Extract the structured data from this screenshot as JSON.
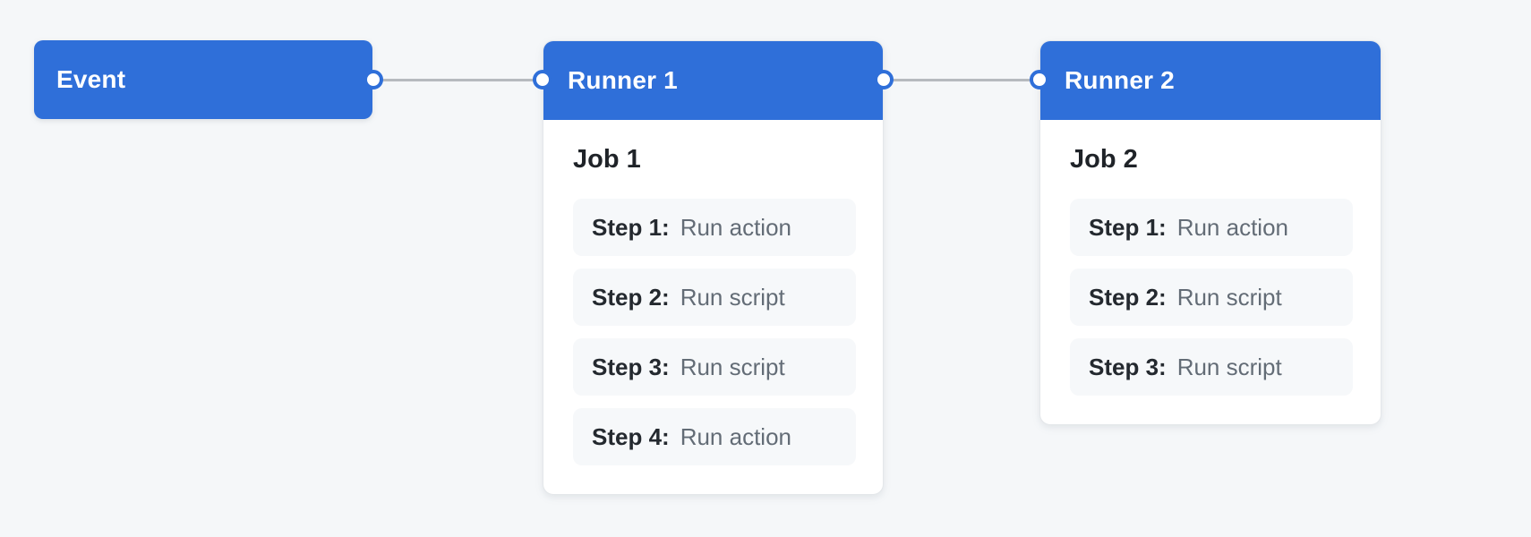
{
  "page": {
    "background": "#f5f7f9"
  },
  "colors": {
    "node_blue": "#2f6fd9",
    "connector_line_gray": "#b6babf",
    "connector_dot_fill": "#ffffff",
    "card_background": "#ffffff",
    "card_border": "#e4e7ea",
    "step_background": "#f6f8fa",
    "step_label_text": "#24292f",
    "step_action_text": "#636c76",
    "header_text": "#ffffff"
  },
  "event": {
    "label": "Event"
  },
  "runners": [
    {
      "title": "Runner 1",
      "job_title": "Job 1",
      "steps": [
        {
          "label": "Step 1:",
          "action": "Run action"
        },
        {
          "label": "Step 2:",
          "action": "Run script"
        },
        {
          "label": "Step 3:",
          "action": "Run script"
        },
        {
          "label": "Step 4:",
          "action": "Run action"
        }
      ]
    },
    {
      "title": "Runner 2",
      "job_title": "Job 2",
      "steps": [
        {
          "label": "Step 1:",
          "action": "Run action"
        },
        {
          "label": "Step 2:",
          "action": "Run script"
        },
        {
          "label": "Step 3:",
          "action": "Run script"
        }
      ]
    }
  ]
}
